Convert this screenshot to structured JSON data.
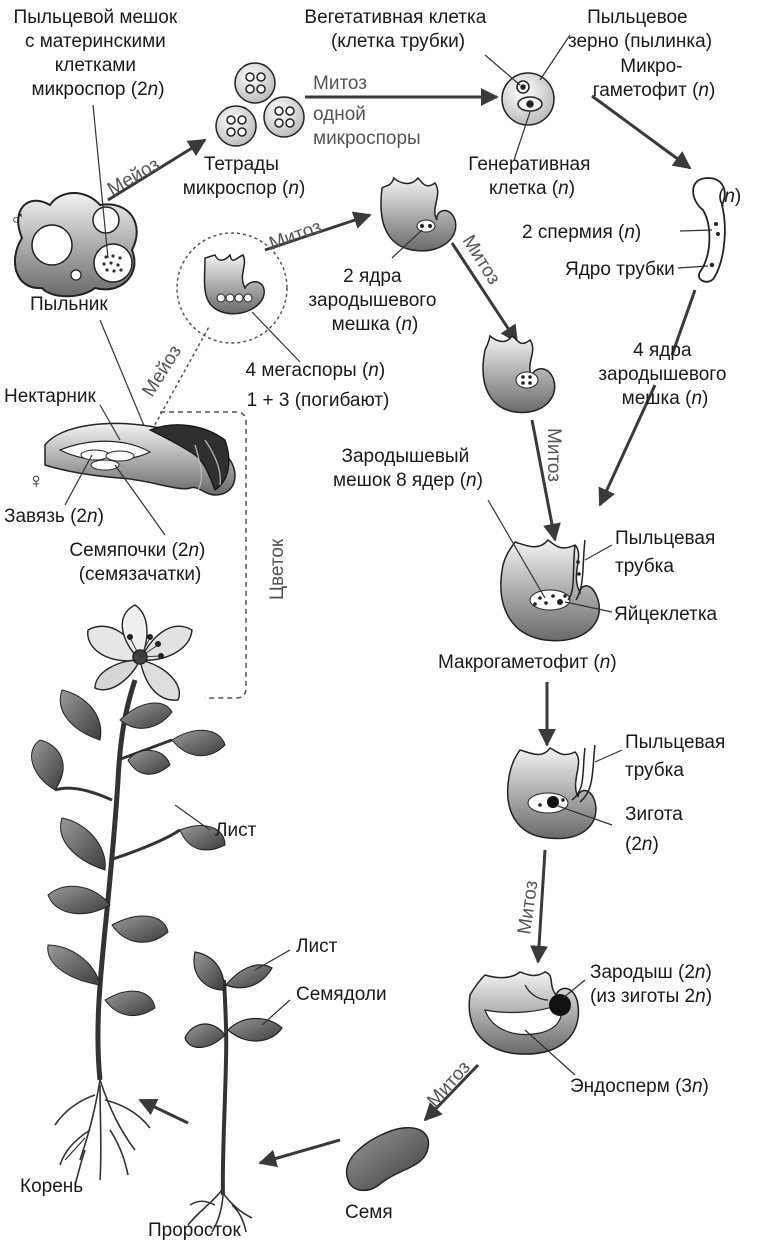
{
  "labels": {
    "pollen_sac": [
      "Пыльцевой мешок",
      "с материнскими",
      "клетками",
      "микроспор (2n)"
    ],
    "vegetative_cell": [
      "Вегетативная клетка",
      "(клетка трубки)"
    ],
    "pollen_grain": [
      "Пыльцевое",
      "зерно (пылинка)"
    ],
    "microgametophyte": [
      "Микро-",
      "гаметофит (n)"
    ],
    "meiosis_1": "Мейоз",
    "mitosis_one_microspore": [
      "Митоз",
      "одной",
      "микроспоры"
    ],
    "microspore_tetrads": [
      "Тетрады",
      "микроспор (n)"
    ],
    "generative_cell": [
      "Генеративная",
      "клетка (n)"
    ],
    "ploidy_n": "(n)",
    "two_sperm": "2 спермия (n)",
    "tube_nucleus": "Ядро трубки",
    "anther": "Пыльник",
    "mitosis_1": "Митоз",
    "two_nuclei": [
      "2 ядра",
      "зародышевого",
      "мешка (n)"
    ],
    "mitosis_2": "Митоз",
    "meiosis_2": "Мейоз",
    "four_megaspores": [
      "4 мегаспоры (n)",
      "1 + 3 (погибают)"
    ],
    "four_nuclei": [
      "4 ядра",
      "зародышевого",
      "мешка (n)"
    ],
    "nectary": "Нектарник",
    "ovary": "Завязь (2n)",
    "ovules": [
      "Семяпочки (2n)",
      "(семязачатки)"
    ],
    "flower": "Цветок",
    "embryo_sac_8": [
      "Зародышевый",
      "мешок 8 ядер (n)"
    ],
    "mitosis_3": "Митоз",
    "pollen_tube_1": [
      "Пыльцевая",
      "трубка"
    ],
    "egg_cell": "Яйцеклетка",
    "macrogametophyte": "Макрогаметофит (n)",
    "pollen_tube_2": [
      "Пыльцевая",
      "трубка"
    ],
    "zygote": [
      "Зигота",
      "(2n)"
    ],
    "leaf_1": "Лист",
    "mitosis_4": "Митоз",
    "embryo": [
      "Зародыш (2n)",
      "(из зиготы 2n)"
    ],
    "leaf_2": "Лист",
    "cotyledons": "Семядоли",
    "mitosis_5": "Митоз",
    "endosperm": "Эндосперм (3n)",
    "root": "Корень",
    "seed": "Семя",
    "seedling": "Проросток",
    "male_symbol": "♂",
    "female_symbol": "♀"
  }
}
